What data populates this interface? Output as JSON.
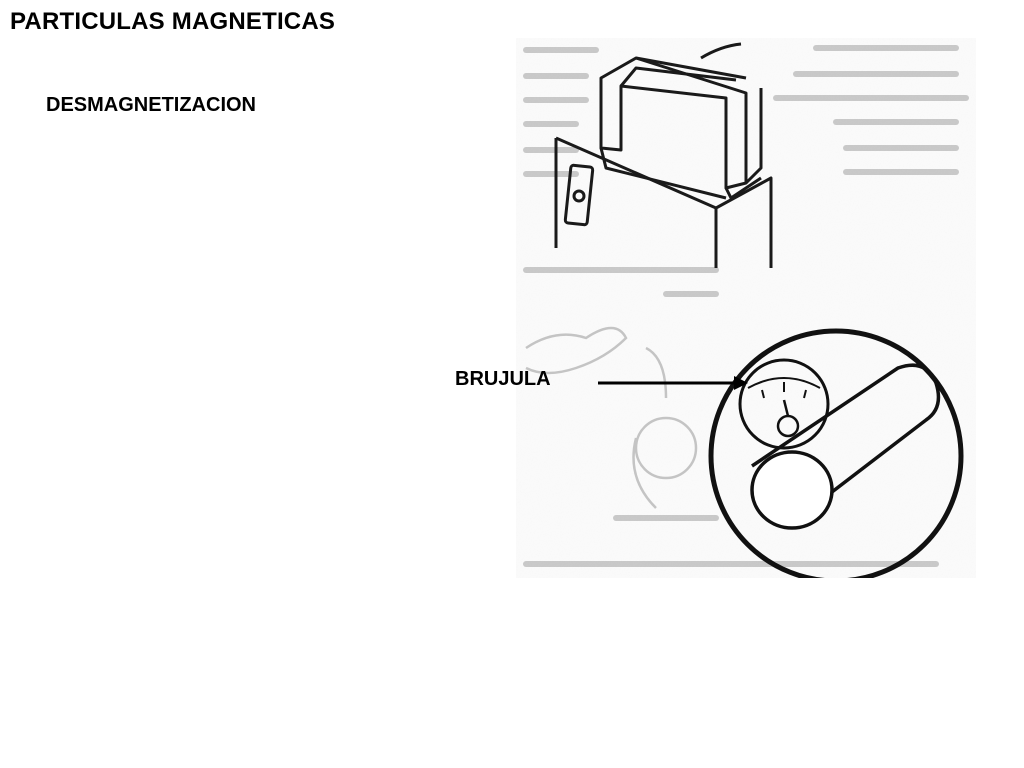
{
  "slide": {
    "title": "PARTICULAS MAGNETICAS",
    "subtitle": "DESMAGNETIZACION",
    "callout_label": "BRUJULA"
  }
}
